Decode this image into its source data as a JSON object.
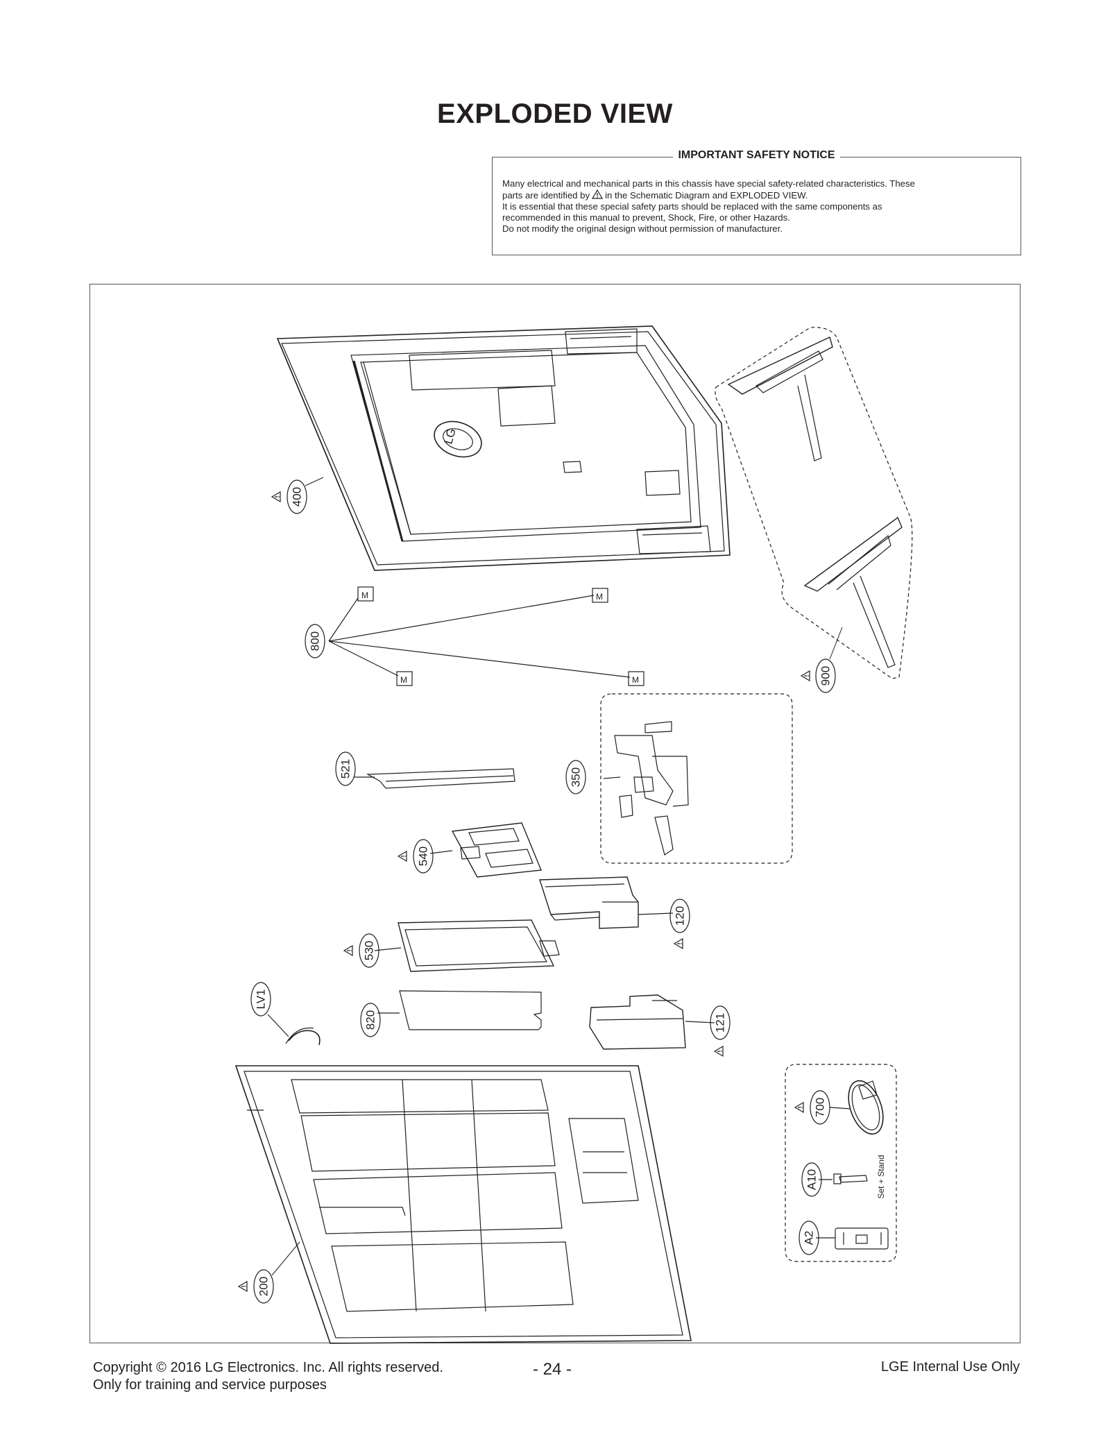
{
  "title": "EXPLODED VIEW",
  "notice": {
    "heading": "IMPORTANT SAFETY NOTICE",
    "line1": "Many electrical and mechanical parts in this chassis have special safety-related characteristics. These",
    "line2a": "parts are identified by",
    "line2b": "in the Schematic Diagram and EXPLODED VIEW.",
    "line3": "It is essential that these special safety parts should be replaced with the same components as",
    "line4": "recommended in this manual to prevent, Shock, Fire, or other Hazards.",
    "line5": "Do not modify the original design without permission of manufacturer."
  },
  "parts": {
    "p400": "400",
    "p800": "800",
    "p900": "900",
    "p521": "521",
    "p350": "350",
    "p540": "540",
    "p120": "120",
    "p530": "530",
    "pLV1": "LV1",
    "p820": "820",
    "p121": "121",
    "p700": "700",
    "pA10": "A10",
    "pA2": "A2",
    "p200": "200",
    "set_stand": "Set + Stand",
    "logo": "LG",
    "motor_mark": "M"
  },
  "footer": {
    "copyright": "Copyright  © 2016 LG Electronics. Inc. All rights reserved.",
    "purpose": "Only for training and service purposes",
    "page": "- 24 -",
    "internal": "LGE Internal Use Only"
  }
}
